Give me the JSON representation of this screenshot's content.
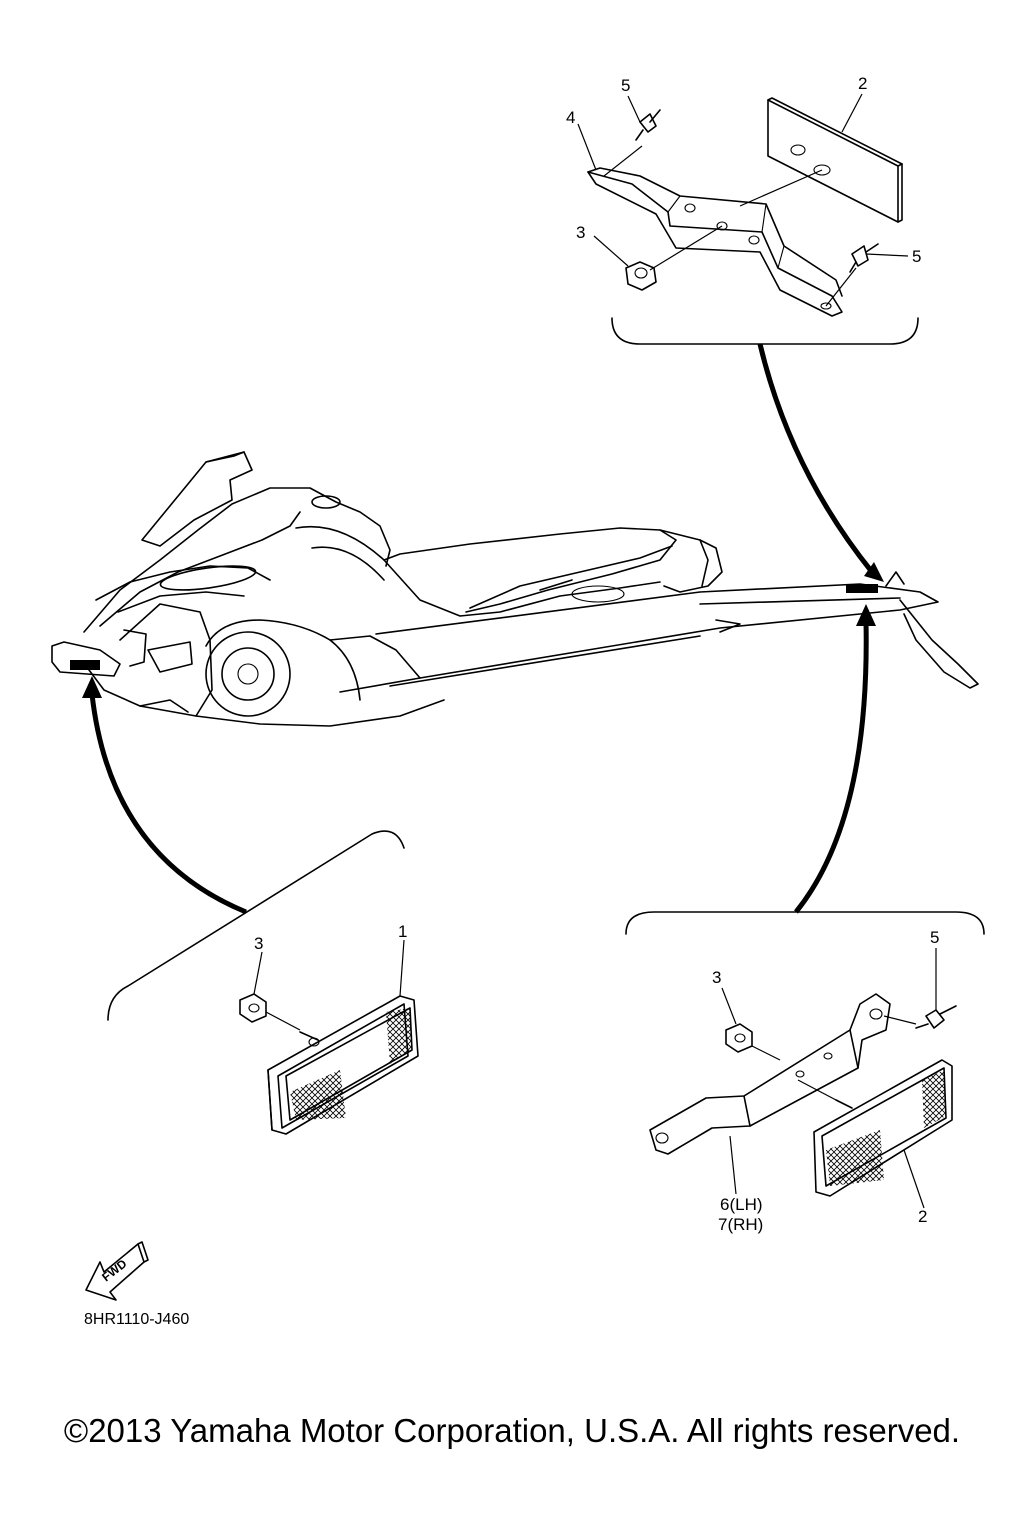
{
  "callouts": {
    "top": {
      "label_5a": "5",
      "label_2": "2",
      "label_4": "4",
      "label_3": "3",
      "label_5b": "5"
    },
    "left": {
      "label_3": "3",
      "label_1": "1"
    },
    "right": {
      "label_5": "5",
      "label_3": "3",
      "label_6": "6(LH)",
      "label_7": "7(RH)",
      "label_2": "2"
    }
  },
  "fwd_arrow": {
    "text": "FWD",
    "icon": "fwd-arrow-icon"
  },
  "diagram_code": "8HR1110-J460",
  "copyright": "©2013 Yamaha Motor Corporation, U.S.A. All rights reserved."
}
